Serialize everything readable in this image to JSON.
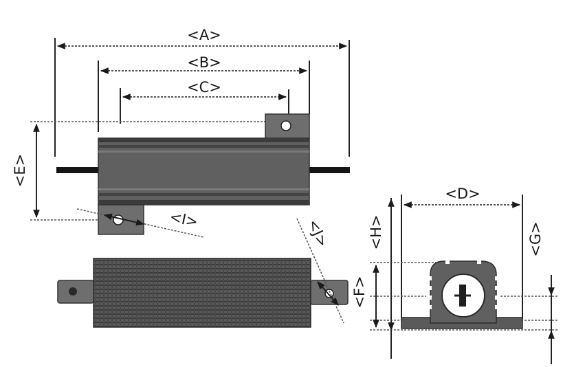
{
  "labels": {
    "A": "<A>",
    "B": "<B>",
    "C": "<C>",
    "D": "<D>",
    "E": "<E>",
    "F": "<F>",
    "G": "<G>",
    "H": "<H>",
    "I": "<I>",
    "J": "<J>"
  },
  "colors": {
    "body": "#606060",
    "body_dark": "#3c3c3c",
    "body_light": "#8a8a8a",
    "tab": "#6e6e6e",
    "lead": "#161616",
    "dim_line": "#2a2a2a",
    "background": "#ffffff"
  }
}
